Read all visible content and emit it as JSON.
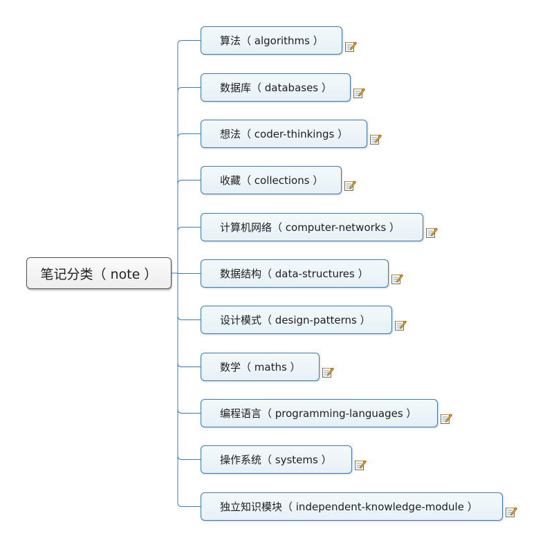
{
  "root": {
    "label": "笔记分类（ note ）"
  },
  "topics": [
    {
      "label": "算法（ algorithms ）"
    },
    {
      "label": "数据库（ databases ）"
    },
    {
      "label": "想法（ coder-thinkings ）"
    },
    {
      "label": "收藏（ collections ）"
    },
    {
      "label": "计算机网络（ computer-networks ）"
    },
    {
      "label": "数据结构（ data-structures ）"
    },
    {
      "label": "设计模式（ design-patterns ）"
    },
    {
      "label": "数学（ maths ）"
    },
    {
      "label": "编程语言（ programming-languages ）"
    },
    {
      "label": "操作系统（ systems ）"
    },
    {
      "label": "独立知识模块（ independent-knowledge-module ）"
    }
  ],
  "icons": {
    "note": "note-icon"
  },
  "colors": {
    "connector": "#3d78b8",
    "topic_border": "#3d78b8",
    "root_border": "#4d4d4d"
  }
}
